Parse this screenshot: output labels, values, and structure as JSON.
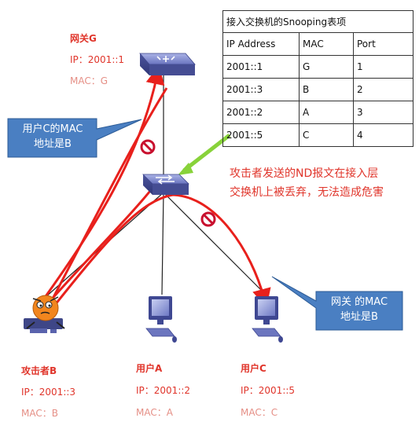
{
  "table": {
    "title": "接入交换机的Snooping表项",
    "headers": [
      "IP Address",
      "MAC",
      "Port"
    ],
    "rows": [
      [
        "2001::1",
        "G",
        "1"
      ],
      [
        "2001::3",
        "B",
        "2"
      ],
      [
        "2001::2",
        "A",
        "3"
      ],
      [
        "2001::5",
        "C",
        "4"
      ]
    ]
  },
  "gateway": {
    "name": "网关G",
    "ip": "IP：2001::1",
    "mac": "MAC：G"
  },
  "attacker": {
    "name": "攻击者B",
    "ip": "IP：2001::3",
    "mac": "MAC：B"
  },
  "user_a": {
    "name": "用户A",
    "ip": "IP：2001::2",
    "mac": "MAC：A"
  },
  "user_c": {
    "name": "用户C",
    "ip": "IP：2001::5",
    "mac": "MAC：C"
  },
  "callout_left": {
    "line1": "用户C的MAC",
    "line2": "地址是B"
  },
  "callout_right": {
    "line1": "网关 的MAC",
    "line2": "地址是B"
  },
  "attack_note": "攻击者发送的ND报文在接入层交换机上被丢弃，无法造成危害",
  "colors": {
    "attack_path": "#e8201c",
    "callout_fill": "#4a7fc2",
    "callout_border": "#2c5b96",
    "device_body": "#5660a8",
    "pointer_arrow": "#88d23a"
  }
}
